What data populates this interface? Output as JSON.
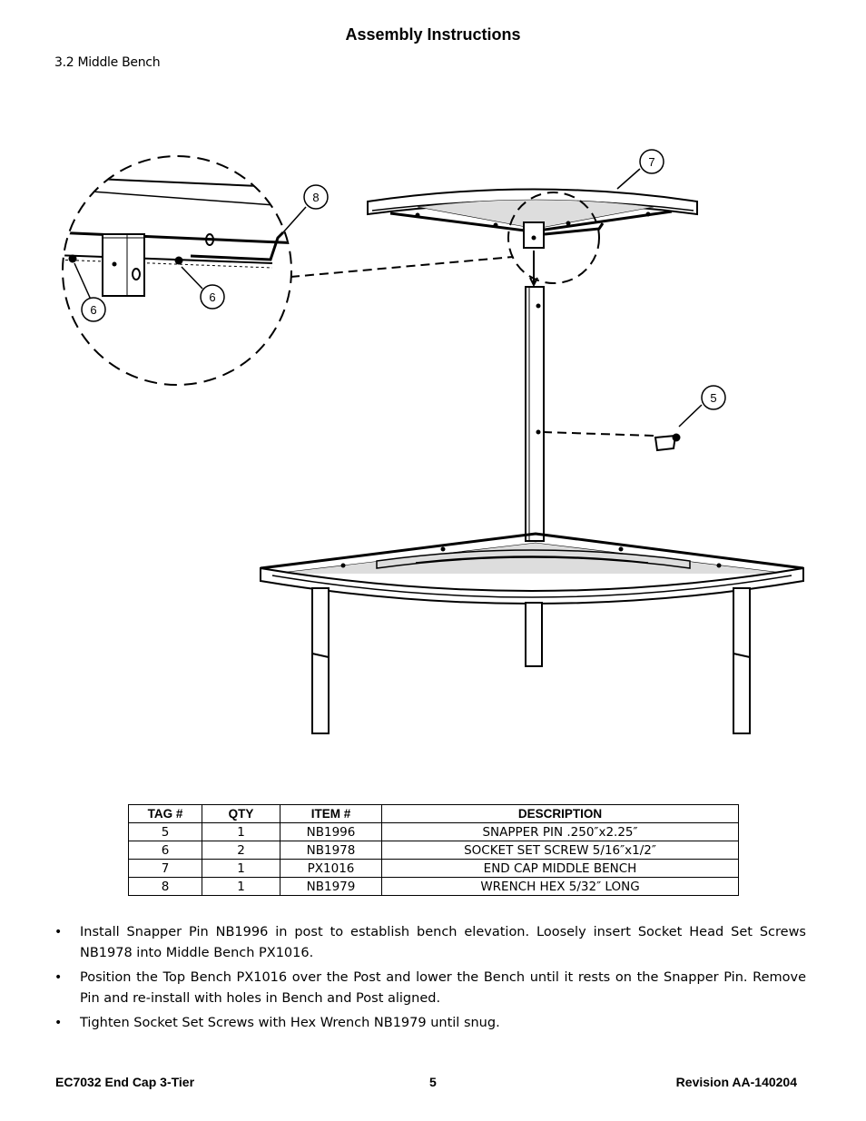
{
  "header": {
    "title": "Assembly Instructions",
    "section": "3.2 Middle Bench"
  },
  "callouts": {
    "tag_7": "7",
    "tag_8": "8",
    "tag_6a": "6",
    "tag_6b": "6",
    "tag_5": "5"
  },
  "table": {
    "headers": [
      "TAG #",
      "QTY",
      "ITEM #",
      "DESCRIPTION"
    ],
    "rows": [
      [
        "5",
        "1",
        "NB1996",
        "SNAPPER PIN .250″x2.25″"
      ],
      [
        "6",
        "2",
        "NB1978",
        "SOCKET SET SCREW 5/16″x1/2″"
      ],
      [
        "7",
        "1",
        "PX1016",
        "END CAP MIDDLE BENCH"
      ],
      [
        "8",
        "1",
        "NB1979",
        "WRENCH HEX 5/32″ LONG"
      ]
    ]
  },
  "instructions": [
    "Install Snapper Pin NB1996 in post to establish bench elevation.  Loosely insert Socket Head Set Screws NB1978 into Middle Bench PX1016.",
    "Position the Top Bench PX1016 over the Post and lower the Bench until it rests on the Snapper Pin.  Remove Pin and   re-install with holes in Bench and Post aligned.",
    "Tighten Socket Set Screws with Hex Wrench NB1979 until snug."
  ],
  "footer": {
    "left": "EC7032  End Cap 3-Tier",
    "center": "5",
    "right": "Revision AA-140204"
  }
}
